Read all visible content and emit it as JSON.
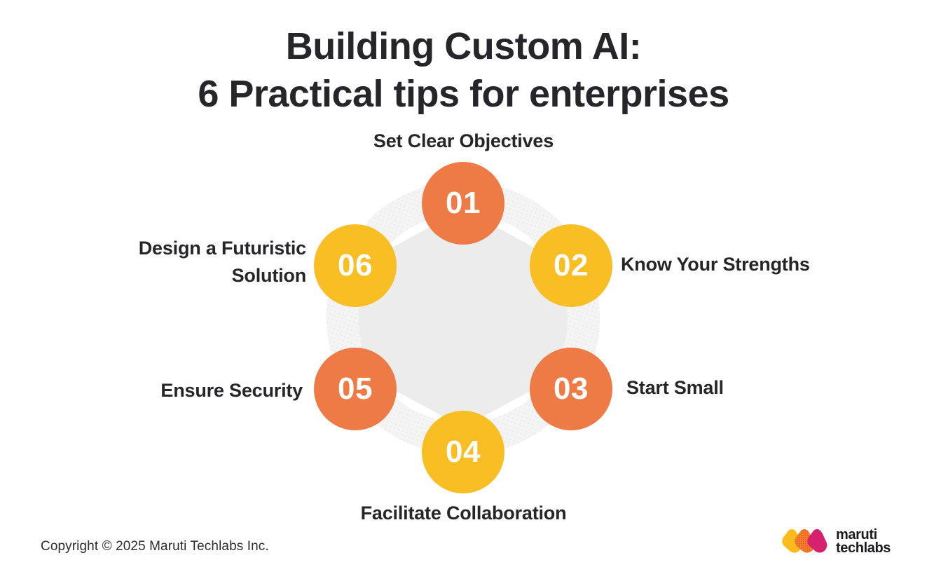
{
  "title": {
    "line1": "Building Custom AI:",
    "line2": "6 Practical tips for enterprises"
  },
  "colors": {
    "orange": "#EE7B45",
    "yellow": "#F8BE24",
    "ring_light": "#F4F4F4",
    "center_gray": "#ECECEC",
    "text_dark": "#26262A",
    "logo_yellow": "#FBBC1B",
    "logo_orange": "#F58220",
    "logo_magenta": "#D6216F"
  },
  "steps": [
    {
      "number": "01",
      "label": "Set Clear Objectives",
      "color": "#EE7B45"
    },
    {
      "number": "02",
      "label": "Know Your Strengths",
      "color": "#F8BE24"
    },
    {
      "number": "03",
      "label": "Start Small",
      "color": "#EE7B45"
    },
    {
      "number": "04",
      "label": "Facilitate Collaboration",
      "color": "#F8BE24"
    },
    {
      "number": "05",
      "label": "Ensure Security",
      "color": "#EE7B45"
    },
    {
      "number": "06",
      "label": "Design a Futuristic\nSolution",
      "color": "#F8BE24"
    }
  ],
  "footer": {
    "copyright": "Copyright © 2025 Maruti Techlabs Inc.",
    "logo_line1": "maruti",
    "logo_line2": "techlabs"
  }
}
